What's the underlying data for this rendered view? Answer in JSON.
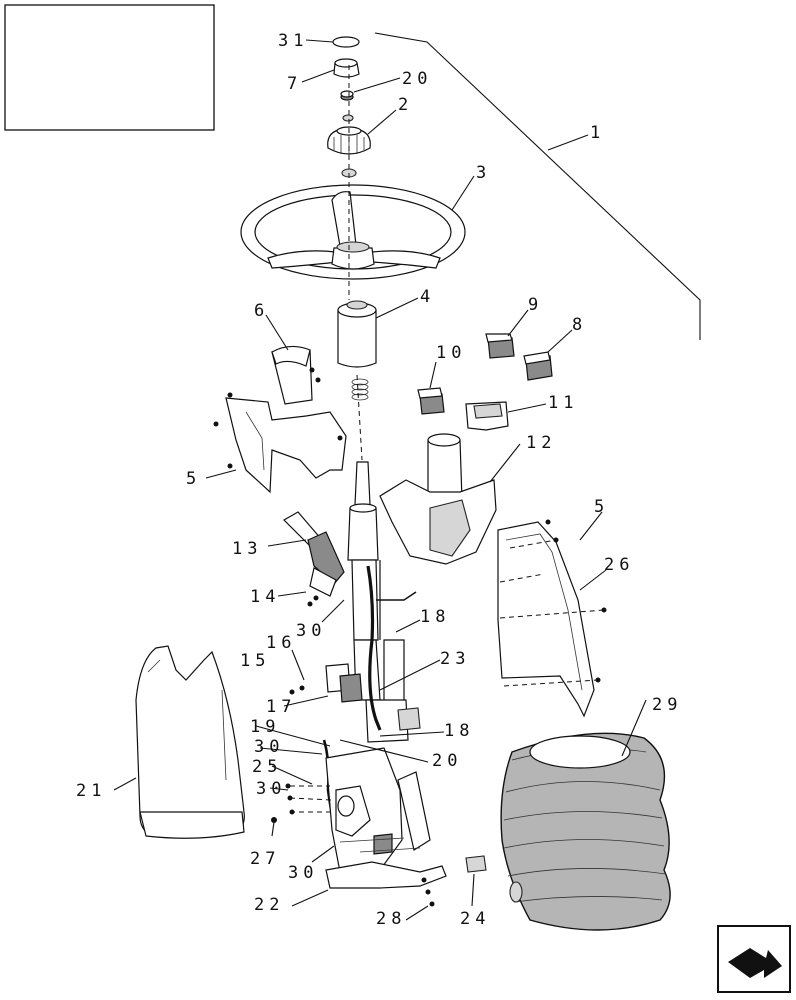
{
  "title_block": {
    "text": ""
  },
  "callouts": [
    {
      "key": "c31",
      "text": "31"
    },
    {
      "key": "c7",
      "text": "7"
    },
    {
      "key": "c20a",
      "text": "20"
    },
    {
      "key": "c2",
      "text": "2"
    },
    {
      "key": "c3",
      "text": "3"
    },
    {
      "key": "c1",
      "text": "1"
    },
    {
      "key": "c4",
      "text": "4"
    },
    {
      "key": "c9",
      "text": "9"
    },
    {
      "key": "c8",
      "text": "8"
    },
    {
      "key": "c6",
      "text": "6"
    },
    {
      "key": "c10",
      "text": "10"
    },
    {
      "key": "c11",
      "text": "11"
    },
    {
      "key": "c12",
      "text": "12"
    },
    {
      "key": "c5a",
      "text": "5"
    },
    {
      "key": "c5b",
      "text": "5"
    },
    {
      "key": "c26",
      "text": "26"
    },
    {
      "key": "c13",
      "text": "13"
    },
    {
      "key": "c14",
      "text": "14"
    },
    {
      "key": "c30a",
      "text": "30"
    },
    {
      "key": "c18a",
      "text": "18"
    },
    {
      "key": "c16",
      "text": "16"
    },
    {
      "key": "c15",
      "text": "15"
    },
    {
      "key": "c23",
      "text": "23"
    },
    {
      "key": "c17",
      "text": "17"
    },
    {
      "key": "c29",
      "text": "29"
    },
    {
      "key": "c19",
      "text": "19"
    },
    {
      "key": "c18b",
      "text": "18"
    },
    {
      "key": "c30b",
      "text": "30"
    },
    {
      "key": "c20b",
      "text": "20"
    },
    {
      "key": "c25",
      "text": "25"
    },
    {
      "key": "c21",
      "text": "21"
    },
    {
      "key": "c30c",
      "text": "30"
    },
    {
      "key": "c27",
      "text": "27"
    },
    {
      "key": "c30d",
      "text": "30"
    },
    {
      "key": "c22",
      "text": "22"
    },
    {
      "key": "c28",
      "text": "28"
    },
    {
      "key": "c24",
      "text": "24"
    }
  ],
  "nav": {
    "icon": "next-page-arrow-icon"
  }
}
